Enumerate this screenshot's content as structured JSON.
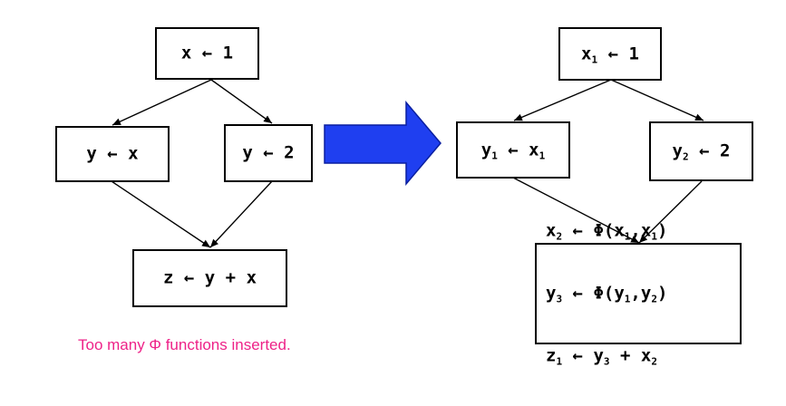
{
  "colors": {
    "caption": "#ee2288",
    "arrow_fill": "#1f3ff0",
    "arrow_stroke": "#0a1fa0"
  },
  "left_graph": {
    "top": {
      "var": "x",
      "arrow": "←",
      "rhs": "1"
    },
    "left": {
      "var": "y",
      "arrow": "←",
      "rhs": "x"
    },
    "right": {
      "var": "y",
      "arrow": "←",
      "rhs": "2"
    },
    "bottom": {
      "lhs": "z",
      "arrow": "←",
      "op1": "y",
      "plus": "+",
      "op2": "x"
    }
  },
  "right_graph": {
    "top": {
      "var": "x",
      "sub": "1",
      "arrow": "←",
      "rhs": "1"
    },
    "left": {
      "var": "y",
      "sub": "1",
      "arrow": "←",
      "rhs": "x",
      "rhs_sub": "1"
    },
    "right": {
      "var": "y",
      "sub": "2",
      "arrow": "←",
      "rhs": "2"
    },
    "bottom": [
      {
        "lhs": "x",
        "lhs_sub": "2",
        "arrow": "←",
        "phi": "Φ",
        "open": "(",
        "a": "x",
        "a_sub": "1",
        "comma": ",",
        "b": "x",
        "b_sub": "1",
        "close": ")"
      },
      {
        "lhs": "y",
        "lhs_sub": "3",
        "arrow": "←",
        "phi": "Φ",
        "open": "(",
        "a": "y",
        "a_sub": "1",
        "comma": ",",
        "b": "y",
        "b_sub": "2",
        "close": ")"
      },
      {
        "lhs": "z",
        "lhs_sub": "1",
        "arrow": "←",
        "op1": "y",
        "op1_sub": "3",
        "plus": "+",
        "op2": "x",
        "op2_sub": "2"
      }
    ]
  },
  "caption": "Too many Φ functions inserted."
}
